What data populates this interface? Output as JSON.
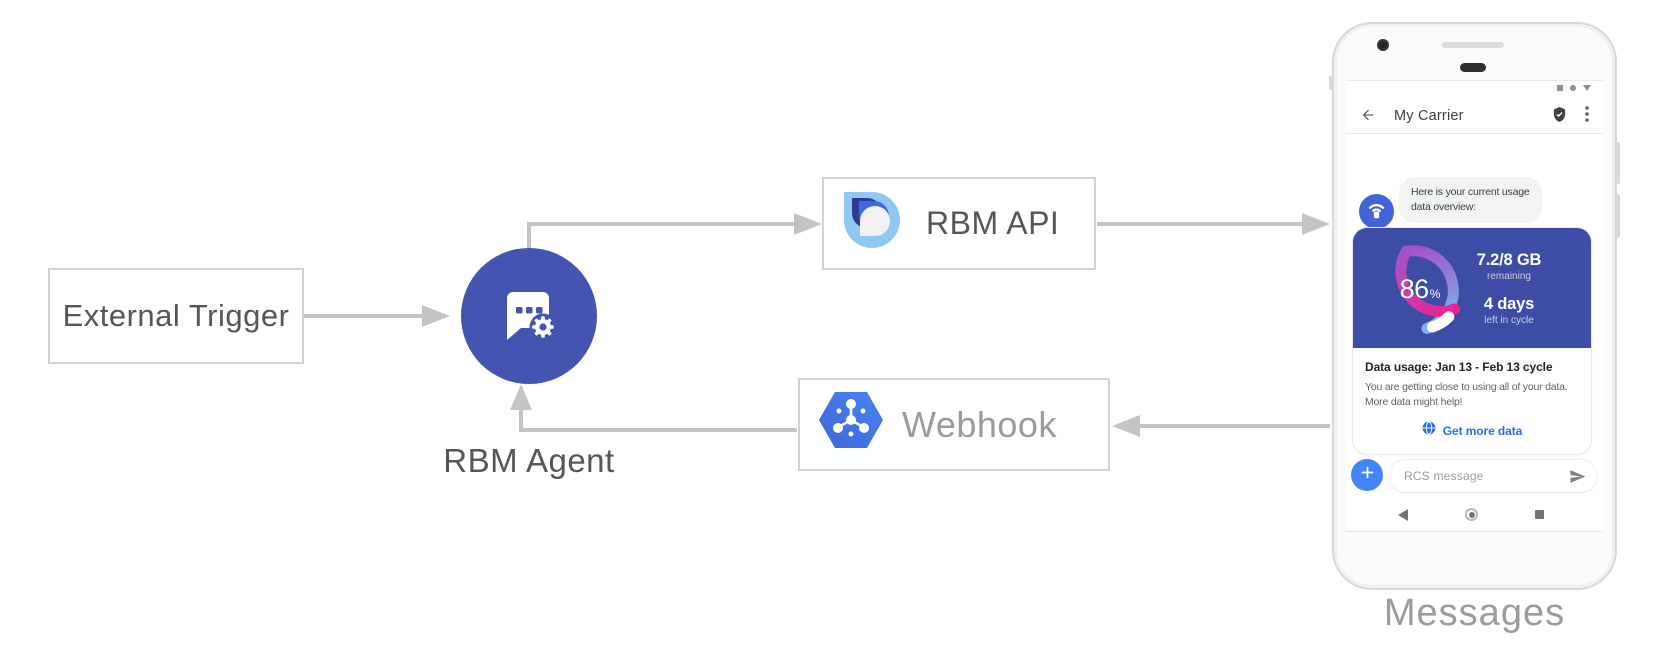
{
  "diagram": {
    "external_trigger_label": "External Trigger",
    "rbm_agent_label": "RBM Agent",
    "rbm_api_label": "RBM API",
    "webhook_label": "Webhook",
    "device_label": "Messages"
  },
  "phone": {
    "header": {
      "title": "My Carrier"
    },
    "bubble": {
      "line1": "Here is your current usage",
      "line2": "data overview:"
    },
    "usage_card": {
      "percent": "86",
      "percent_unit": "%",
      "remaining_value": "7.2/8 GB",
      "remaining_label": "remaining",
      "cycle_value": "4 days",
      "cycle_label": "left in cycle",
      "title": "Data usage: Jan 13 - Feb 13 cycle",
      "body_line1": "You are getting close to using all of your data.",
      "body_line2": "More data might help!",
      "cta_label": "Get more data"
    },
    "composer": {
      "placeholder": "RCS message"
    }
  },
  "icons": {
    "agent": "chat-bubble-with-gear",
    "rbm_api": "rcs-teardrop-logo",
    "webhook": "pubsub-hexagon",
    "avatar": "carrier-hotspot",
    "header_right": "verified-shield, overflow-menu",
    "cta": "globe",
    "composer": "plus, send"
  },
  "colors": {
    "arrow_gray": "#c4c4c4",
    "agent_circle": "#4454b0",
    "card_indigo": "#3d4da5",
    "gauge_blue": "#7db4ec",
    "gauge_purple": "#a154c9",
    "gauge_pink": "#ee2190",
    "action_blue": "#4285f4",
    "link_blue": "#2b6de8",
    "hexagon_blue": "#4285f4",
    "logo_light_blue": "#8fc9f2",
    "logo_navy": "#2d3b98",
    "logo_royal": "#3e6ade"
  }
}
